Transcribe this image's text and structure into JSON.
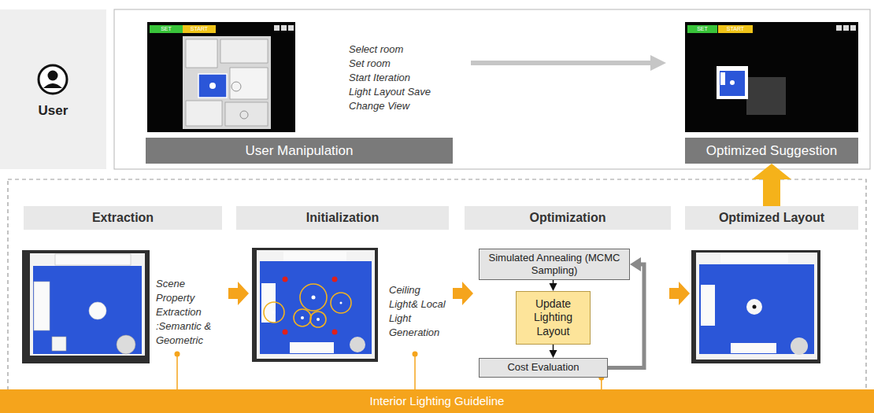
{
  "diagram": {
    "nodes": [
      {
        "text": [
          "User"
        ]
      },
      {
        "text": [
          "User Manipulation"
        ]
      },
      {
        "text": [
          "Optimized Suggestion"
        ]
      },
      {
        "text": [
          "Extraction"
        ]
      },
      {
        "text": [
          "Initialization"
        ]
      },
      {
        "text": [
          "Optimization"
        ]
      },
      {
        "text": [
          "Simulated Annealing (MCMC Sampling)"
        ]
      },
      {
        "text": [
          "Update Lighting Layout"
        ]
      },
      {
        "text": [
          "Cost Evaluation"
        ]
      },
      {
        "text": [
          "Optimized Layout"
        ]
      },
      {
        "text": [
          "Interior Lighting Guideline"
        ]
      }
    ],
    "edges": [
      {
        "from": 6,
        "to": 7,
        "arrow": "to"
      },
      {
        "from": 7,
        "to": 8,
        "arrow": "to"
      },
      {
        "from": 8,
        "to": 6,
        "arrow": "to"
      },
      {
        "from": 9,
        "to": 2,
        "arrow": "to"
      },
      {
        "from": 8,
        "to": 10,
        "arrow": "none"
      }
    ],
    "labels": [
      "SET",
      "START",
      "Select room",
      "Set room",
      "Start Iteration",
      "Light Layout Save",
      "Change View",
      "SET",
      "START",
      "Scene Property Extraction :Semantic & Geometric",
      "Ceiling Light& Local Light Generation"
    ]
  }
}
